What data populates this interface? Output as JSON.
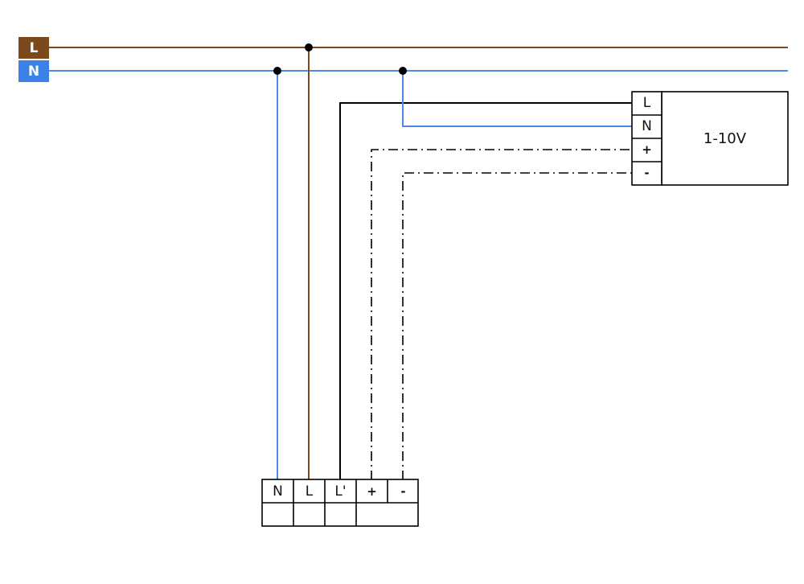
{
  "bus": {
    "L": {
      "label": "L",
      "color": "#7a4a1c"
    },
    "N": {
      "label": "N",
      "color": "#3b82e6"
    }
  },
  "device": {
    "label": "1-10V",
    "terminals": [
      "L",
      "N",
      "+",
      "-"
    ]
  },
  "dimmer": {
    "terminals": [
      "N",
      "L",
      "L'",
      "+",
      "-"
    ]
  },
  "colors": {
    "live_wire": "#7a4a1c",
    "neutral_wire": "#4a8ae6",
    "switched_live": "#000000",
    "control": "#000000",
    "outline": "#000000"
  }
}
